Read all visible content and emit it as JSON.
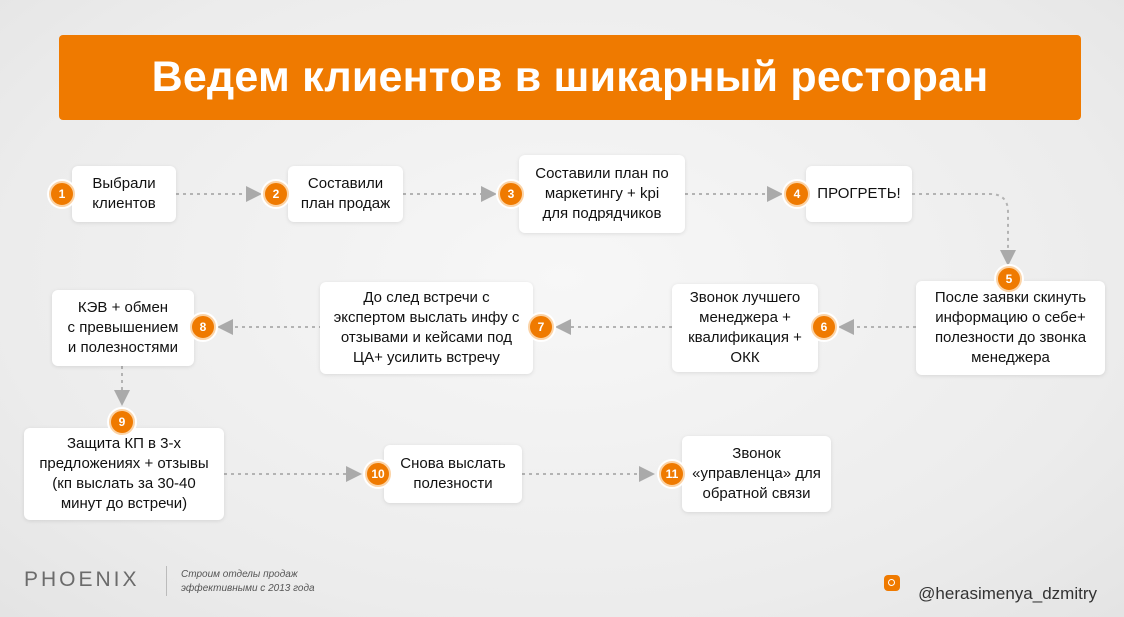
{
  "title": "Ведем клиентов в шикарный ресторан",
  "steps": [
    {
      "num": "1",
      "text": "Выбрали\nклиентов"
    },
    {
      "num": "2",
      "text": "Составили\nплан продаж"
    },
    {
      "num": "3",
      "text": "Составили план по\nмаркетингу + kpi\nдля подрядчиков"
    },
    {
      "num": "4",
      "text": "ПРОГРЕТЬ!"
    },
    {
      "num": "5",
      "text": "После заявки скинуть\nинформацию о себе+\nполезности до звонка\nменеджера"
    },
    {
      "num": "6",
      "text": "Звонок лучшего\nменеджера +\nквалификация +\nОКК"
    },
    {
      "num": "7",
      "text": "До след встречи с\nэкспертом выслать инфу с\nотзывами и кейсами под\nЦА+ усилить встречу"
    },
    {
      "num": "8",
      "text": "КЭВ + обмен\nс превышением\nи полезностями"
    },
    {
      "num": "9",
      "text": "Защита КП в 3-х\nпредложениях + отзывы\n(кп выслать за 30-40\nминут до встречи)"
    },
    {
      "num": "10",
      "text": "Снова выслать\nполезности"
    },
    {
      "num": "11",
      "text": "Звонок\n«управленца» для\nобратной связи"
    }
  ],
  "footer": {
    "logo": "PHOENIX",
    "tagline_line1": "Строим отделы продаж",
    "tagline_line2": "эффективными с 2013 года",
    "handle": "@herasimenya_dzmitry"
  },
  "colors": {
    "accent": "#ef7a00",
    "background": "#ececec",
    "box": "#ffffff"
  }
}
